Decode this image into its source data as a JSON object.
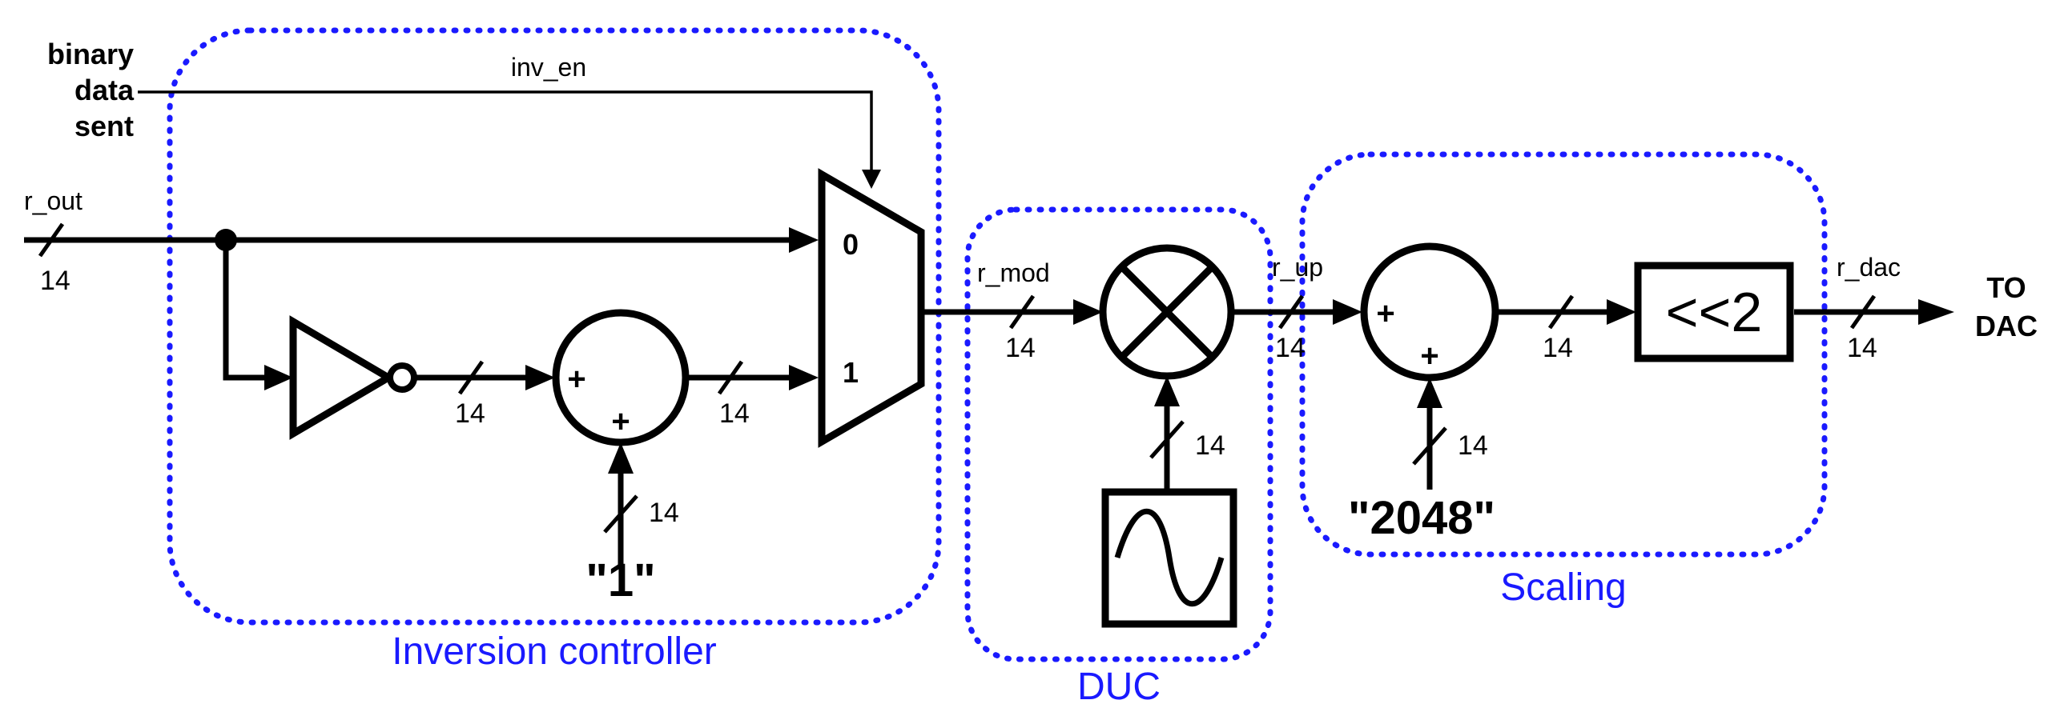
{
  "inputs": {
    "binary_data_line1": "binary",
    "binary_data_line2": "data",
    "binary_data_line3": "sent",
    "r_out": "r_out"
  },
  "signals": {
    "inv_en": "inv_en",
    "r_mod": "r_mod",
    "r_up": "r_up",
    "r_dac": "r_dac"
  },
  "bus_width": "14",
  "constants": {
    "one": "\"1\"",
    "c2048": "\"2048\""
  },
  "mux": {
    "in0": "0",
    "in1": "1"
  },
  "adder": {
    "plus": "+"
  },
  "shifter": {
    "label": "<<2"
  },
  "output": {
    "line1": "TO",
    "line2": "DAC"
  },
  "groups": {
    "inversion": "Inversion controller",
    "duc": "DUC",
    "scaling": "Scaling"
  },
  "colors": {
    "group_border": "#1a1aff",
    "wire": "#000000"
  }
}
